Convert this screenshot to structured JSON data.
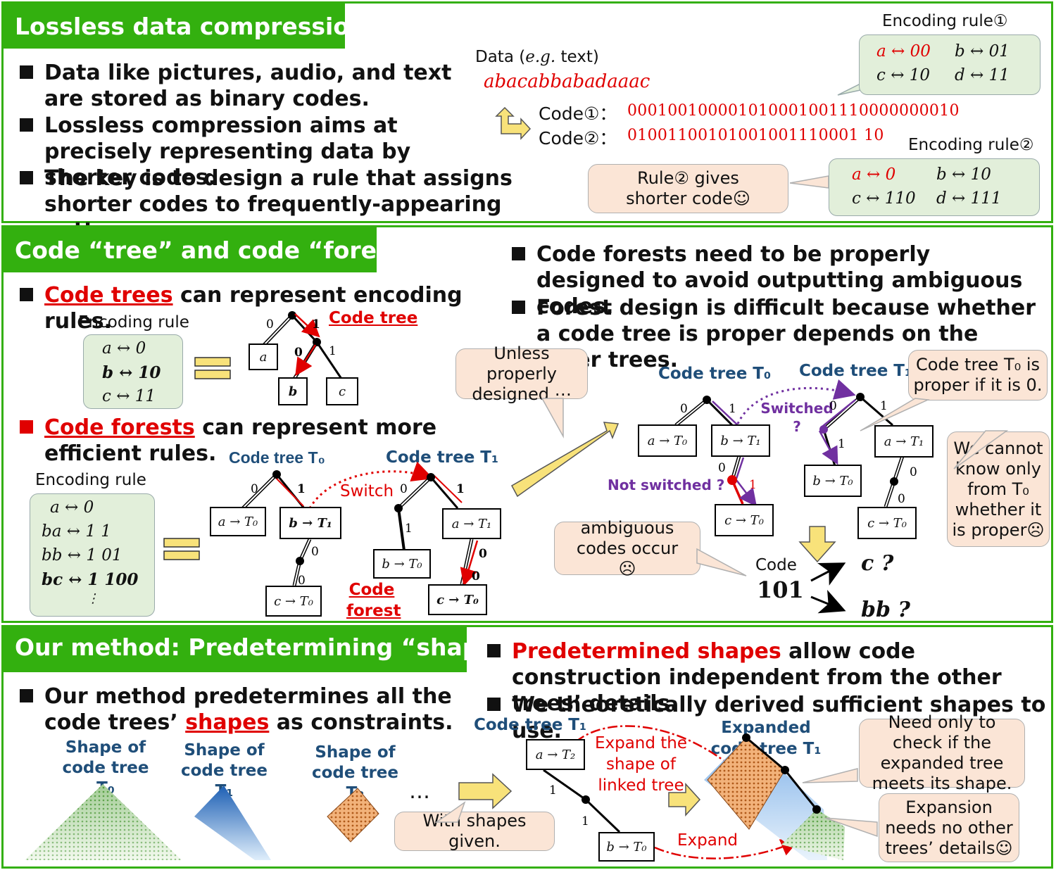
{
  "panel1": {
    "title": "Lossless data compression",
    "bullets": [
      "Data like pictures, audio, and text are stored as binary codes.",
      "Lossless compression aims at precisely representing data by shorter codes.",
      "The key is to design a rule that assigns shorter codes to frequently-appearing patterns."
    ],
    "data_label_pre": "Data (",
    "data_label_eg": "e.g.",
    "data_label_post": " text)",
    "data_string": "abacabbabadaaac",
    "code1_label": "Code①：",
    "code1_value": "000100100001010001001110000000010",
    "code2_label": "Code②：",
    "code2_value": "01001100101001001110001 10",
    "rule1_title": "Encoding rule①",
    "rule1": [
      "a ↔ 00",
      "b ↔ 01",
      "c ↔ 10",
      "d ↔ 11"
    ],
    "rule2_title": "Encoding rule②",
    "rule2": [
      "a ↔ 0",
      "b ↔ 10",
      "c ↔ 110",
      "d ↔ 111"
    ],
    "callout": "Rule② gives shorter code☺"
  },
  "panel2": {
    "title": "Code “tree” and code “forest”",
    "bullet1_red": "Code trees",
    "bullet1_rest": " can represent encoding rules.",
    "enc_rule_title": "Encoding rule",
    "enc_rule": [
      "a ↔ 0",
      "b ↔ 10",
      "c ↔ 11"
    ],
    "code_tree_label": "Code tree",
    "bullet2_red": "Code forests",
    "bullet2_rest": " can represent more efficient rules.",
    "enc_rule2_title": "Encoding rule",
    "enc_rule2": [
      "a ↔ 0",
      "ba ↔ 1 1",
      "bb ↔ 1 01",
      "bc ↔ 1 100",
      "⋮"
    ],
    "tree_t0_title": "Code tree T₀",
    "tree_t1_title": "Code tree T₁",
    "switch_label": "Switch",
    "code_forest_label": "Code forest",
    "node_a_t0": "a → T₀",
    "node_b_t1": "b → T₁",
    "node_c_t0": "c → T₀",
    "node_a_t1": "a → T₁",
    "node_b_t0": "b → T₀",
    "right_bullets": [
      "Code forests need to be properly designed to avoid outputting ambiguous codes.",
      "Forest design is difficult because whether a code tree is proper depends on the other trees."
    ],
    "callout_unless": "Unless properly designed ⋯",
    "callout_proper": "Code tree T₀ is proper if it is 0.",
    "callout_cannot": "We cannot know only from T₀ whether it is proper☹",
    "callout_ambig": "ambiguous codes occur☹",
    "switched_label": "Switched ?",
    "not_switched_label": "Not switched ?",
    "code_label": "Code",
    "code_value": "101",
    "result_c": "c ?",
    "result_bb": "bb ?"
  },
  "panel3": {
    "title": "Our method: Predetermining “shapes”",
    "bullet1_pre": "Our method predetermines all the code trees’ ",
    "bullet1_red": "shapes",
    "bullet1_post": " as constraints.",
    "shape_t0": "Shape of code tree T₀",
    "shape_t1": "Shape of code tree T₁",
    "shape_t2": "Shape of code tree T₂",
    "dots": "…",
    "callout_given": "With shapes given.",
    "right_bullet1_red": "Predetermined shapes",
    "right_bullet1_rest": " allow code construction independent from the other trees’ details.",
    "right_bullet2": "We theoretically derived sufficient shapes to use.",
    "tree_t1_title": "Code tree T₁",
    "node_a_t2": "a → T₂",
    "node_b_t0": "b → T₀",
    "expand_shape_label": "Expand the shape of linked tree",
    "expand_label": "Expand",
    "expanded_title": "Expanded code tree T₁",
    "callout_check": "Need only to check if the expanded tree meets its shape.",
    "callout_expansion": "Expansion needs no other trees’ details☺"
  },
  "colors": {
    "green": "#33b00f",
    "red": "#e00000",
    "navy": "#1f4e79",
    "purple": "#7030a0",
    "callout": "#fbe5d6",
    "rule": "#e2efda"
  }
}
